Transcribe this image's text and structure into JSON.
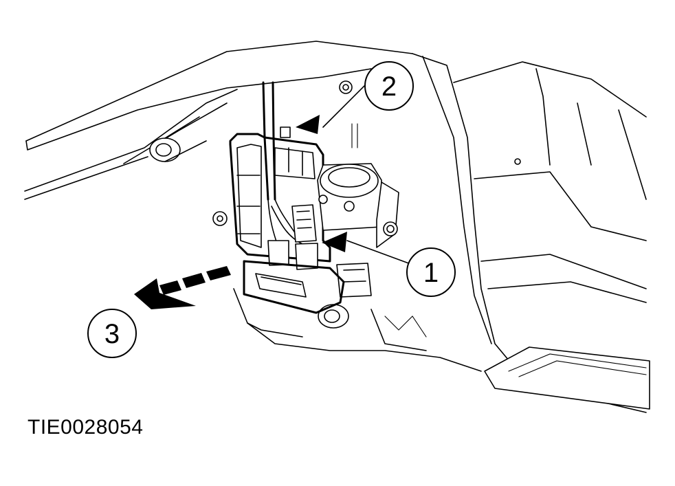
{
  "figure": {
    "id_label": "TIE0028054",
    "callouts": [
      {
        "number": "1"
      },
      {
        "number": "2"
      },
      {
        "number": "3"
      }
    ]
  },
  "colors": {
    "ink": "#000000",
    "paper": "#ffffff"
  }
}
